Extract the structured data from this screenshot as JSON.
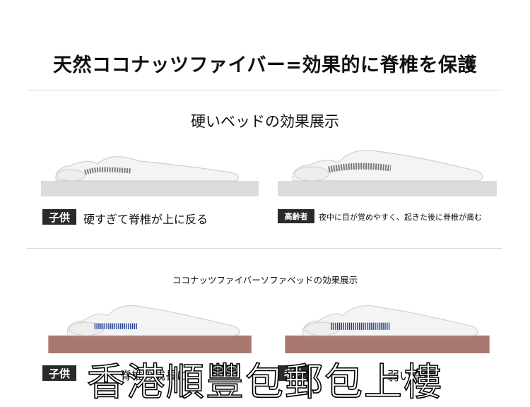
{
  "main_title": "天然ココナッツファイバー=効果的に脊椎を保護",
  "hard_bed": {
    "title": "硬いベッドの効果展示",
    "left": {
      "badge": "子供",
      "caption": "硬すぎて脊椎が上に反る"
    },
    "right": {
      "badge": "高齢者",
      "caption": "夜中に目が覚めやすく、起きた後に脊椎が痛む"
    }
  },
  "coconut_bed": {
    "title": "ココナッツファイバーソファベッドの効果展示",
    "left": {
      "badge": "子供",
      "caption": "脊椎の成長に"
    },
    "right": {
      "badge": "老人",
      "caption": "弱い脊椎"
    }
  },
  "watermark": "香港順豐包郵包上樓",
  "colors": {
    "hard_mattress": "#dcdcdc",
    "coconut_mattress": "#a87870",
    "spine_gray": "#7a7a7a",
    "spine_blue": "#1f3f8c",
    "badge_bg": "#2a2a2a"
  }
}
